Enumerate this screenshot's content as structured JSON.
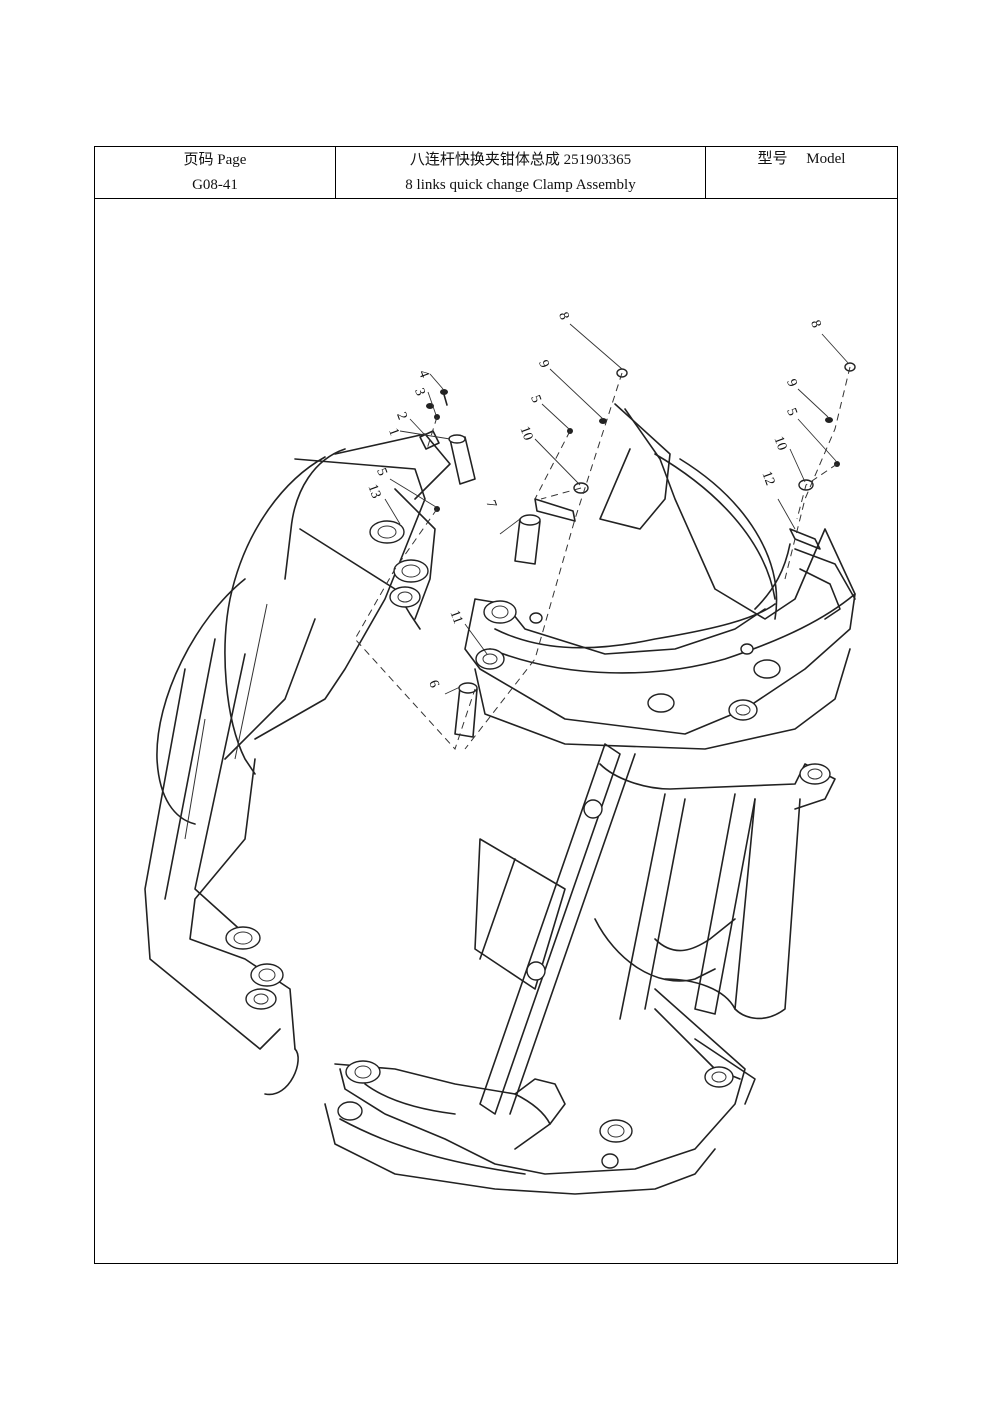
{
  "header": {
    "page_label": "页码 Page",
    "page_number": "G08-41",
    "title_cn": "八连杆快换夹钳体总成 251903365",
    "title_en": "8 links quick change Clamp Assembly",
    "model_label": "型号　 Model"
  },
  "callouts": [
    {
      "id": "c-8a",
      "label": "8"
    },
    {
      "id": "c-8b",
      "label": "8"
    },
    {
      "id": "c-9a",
      "label": "9"
    },
    {
      "id": "c-9b",
      "label": "9"
    },
    {
      "id": "c-5a",
      "label": "5"
    },
    {
      "id": "c-5b",
      "label": "5"
    },
    {
      "id": "c-5c",
      "label": "5"
    },
    {
      "id": "c-10a",
      "label": "10"
    },
    {
      "id": "c-10b",
      "label": "10"
    },
    {
      "id": "c-4",
      "label": "4"
    },
    {
      "id": "c-3",
      "label": "3"
    },
    {
      "id": "c-2",
      "label": "2"
    },
    {
      "id": "c-1",
      "label": "1"
    },
    {
      "id": "c-13",
      "label": "13"
    },
    {
      "id": "c-7",
      "label": "7"
    },
    {
      "id": "c-12",
      "label": "12"
    },
    {
      "id": "c-11",
      "label": "11"
    },
    {
      "id": "c-6",
      "label": "6"
    }
  ]
}
